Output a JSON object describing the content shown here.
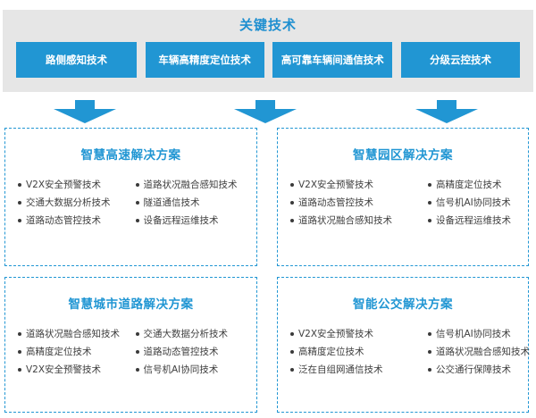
{
  "header": {
    "title": "关键技术",
    "chips": [
      {
        "label": "路侧感知技术"
      },
      {
        "label": "车辆高精度定位技术"
      },
      {
        "label": "高可靠车辆间通信技术"
      },
      {
        "label": "分级云控技术"
      }
    ]
  },
  "arrows": [
    {
      "name": "down-arrow-1"
    },
    {
      "name": "down-arrow-2"
    },
    {
      "name": "down-arrow-3"
    }
  ],
  "boxes": [
    {
      "title": "智慧高速解决方案",
      "items_left": [
        "V2X安全预警技术",
        "交通大数据分析技术",
        "道路动态管控技术"
      ],
      "items_right": [
        "道路状况融合感知技术",
        "隧道通信技术",
        "设备远程运维技术"
      ]
    },
    {
      "title": "智慧园区解决方案",
      "items_left": [
        "V2X安全预警技术",
        "道路动态管控技术",
        "道路状况融合感知技术"
      ],
      "items_right": [
        "高精度定位技术",
        "信号机AI协同技术",
        "设备远程运维技术"
      ]
    },
    {
      "title": "智慧城市道路解决方案",
      "items_left": [
        "道路状况融合感知技术",
        "高精度定位技术",
        "V2X安全预警技术"
      ],
      "items_right": [
        "交通大数据分析技术",
        "道路动态管控技术",
        "信号机AI协同技术"
      ]
    },
    {
      "title": "智能公交解决方案",
      "items_left": [
        "V2X安全预警技术",
        "高精度定位技术",
        "泛在自组网通信技术"
      ],
      "items_right": [
        "信号机AI协同技术",
        "道路状况融合感知技术",
        "公交通行保障技术"
      ]
    }
  ],
  "colors": {
    "accent_blue": "#2196d3",
    "header_bg": "#e6e6e6",
    "text_dark": "#404040",
    "chip_text": "#ffffff"
  }
}
